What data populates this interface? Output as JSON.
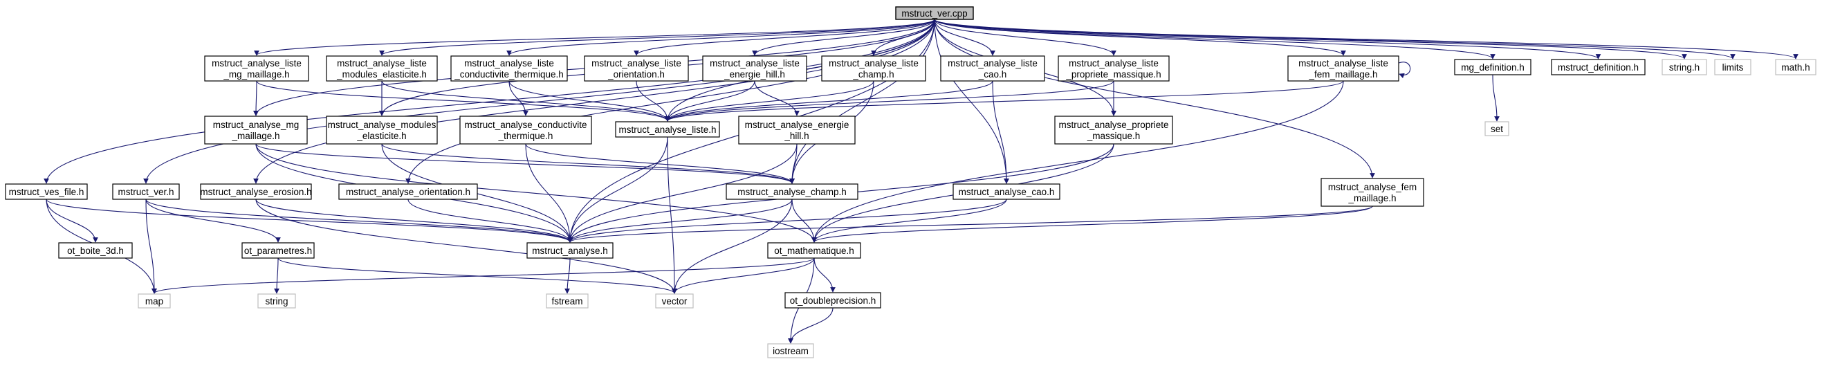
{
  "graph": {
    "edge_color": "#191970",
    "root_fill": "#bfbfbf",
    "system_border": "#bfbfbf",
    "nodes": [
      {
        "id": "root",
        "lines": [
          "mstruct_ver.cpp"
        ],
        "kind": "root"
      },
      {
        "id": "liste_mg",
        "lines": [
          "mstruct_analyse_liste",
          "_mg_maillage.h"
        ],
        "kind": "file"
      },
      {
        "id": "liste_mod",
        "lines": [
          "mstruct_analyse_liste",
          "_modules_elasticite.h"
        ],
        "kind": "file"
      },
      {
        "id": "liste_cond",
        "lines": [
          "mstruct_analyse_liste",
          "_conductivite_thermique.h"
        ],
        "kind": "file"
      },
      {
        "id": "liste_orient",
        "lines": [
          "mstruct_analyse_liste",
          "_orientation.h"
        ],
        "kind": "file"
      },
      {
        "id": "liste_hill",
        "lines": [
          "mstruct_analyse_liste",
          "_energie_hill.h"
        ],
        "kind": "file"
      },
      {
        "id": "liste_champ",
        "lines": [
          "mstruct_analyse_liste",
          "_champ.h"
        ],
        "kind": "file"
      },
      {
        "id": "liste_cao",
        "lines": [
          "mstruct_analyse_liste",
          "_cao.h"
        ],
        "kind": "file"
      },
      {
        "id": "liste_prop",
        "lines": [
          "mstruct_analyse_liste",
          "_propriete_massique.h"
        ],
        "kind": "file"
      },
      {
        "id": "liste_fem",
        "lines": [
          "mstruct_analyse_liste",
          "_fem_maillage.h"
        ],
        "kind": "file"
      },
      {
        "id": "mg_def",
        "lines": [
          "mg_definition.h"
        ],
        "kind": "file"
      },
      {
        "id": "mstruct_def",
        "lines": [
          "mstruct_definition.h"
        ],
        "kind": "file"
      },
      {
        "id": "string_h",
        "lines": [
          "string.h"
        ],
        "kind": "system"
      },
      {
        "id": "limits",
        "lines": [
          "limits"
        ],
        "kind": "system"
      },
      {
        "id": "math_h",
        "lines": [
          "math.h"
        ],
        "kind": "system"
      },
      {
        "id": "set",
        "lines": [
          "set"
        ],
        "kind": "system"
      },
      {
        "id": "mg_maillage",
        "lines": [
          "mstruct_analyse_mg",
          "_maillage.h"
        ],
        "kind": "file"
      },
      {
        "id": "modules",
        "lines": [
          "mstruct_analyse_modules",
          "_elasticite.h"
        ],
        "kind": "file"
      },
      {
        "id": "liste_h",
        "lines": [
          "mstruct_analyse_liste.h"
        ],
        "kind": "file"
      },
      {
        "id": "conductivite",
        "lines": [
          "mstruct_analyse_conductivite",
          "_thermique.h"
        ],
        "kind": "file"
      },
      {
        "id": "energie_hill",
        "lines": [
          "mstruct_analyse_energie",
          "_hill.h"
        ],
        "kind": "file"
      },
      {
        "id": "propriete",
        "lines": [
          "mstruct_analyse_propriete",
          "_massique.h"
        ],
        "kind": "file"
      },
      {
        "id": "ves_file",
        "lines": [
          "mstruct_ves_file.h"
        ],
        "kind": "file"
      },
      {
        "id": "mstruct_ver_h",
        "lines": [
          "mstruct_ver.h"
        ],
        "kind": "file"
      },
      {
        "id": "erosion",
        "lines": [
          "mstruct_analyse_erosion.h"
        ],
        "kind": "file"
      },
      {
        "id": "orientation",
        "lines": [
          "mstruct_analyse_orientation.h"
        ],
        "kind": "file"
      },
      {
        "id": "champ",
        "lines": [
          "mstruct_analyse_champ.h"
        ],
        "kind": "file"
      },
      {
        "id": "cao",
        "lines": [
          "mstruct_analyse_cao.h"
        ],
        "kind": "file"
      },
      {
        "id": "fem_maillage",
        "lines": [
          "mstruct_analyse_fem",
          "_maillage.h"
        ],
        "kind": "file"
      },
      {
        "id": "boite",
        "lines": [
          "ot_boite_3d.h"
        ],
        "kind": "file"
      },
      {
        "id": "parametres",
        "lines": [
          "ot_parametres.h"
        ],
        "kind": "file"
      },
      {
        "id": "analyse",
        "lines": [
          "mstruct_analyse.h"
        ],
        "kind": "file"
      },
      {
        "id": "mathematique",
        "lines": [
          "ot_mathematique.h"
        ],
        "kind": "file"
      },
      {
        "id": "doubleprecision",
        "lines": [
          "ot_doubleprecision.h"
        ],
        "kind": "file"
      },
      {
        "id": "map",
        "lines": [
          "map"
        ],
        "kind": "system"
      },
      {
        "id": "string",
        "lines": [
          "string"
        ],
        "kind": "system"
      },
      {
        "id": "fstream",
        "lines": [
          "fstream"
        ],
        "kind": "system"
      },
      {
        "id": "vector",
        "lines": [
          "vector"
        ],
        "kind": "system"
      },
      {
        "id": "iostream",
        "lines": [
          "iostream"
        ],
        "kind": "system"
      }
    ],
    "edges": [
      [
        "root",
        "liste_mg"
      ],
      [
        "root",
        "liste_mod"
      ],
      [
        "root",
        "liste_cond"
      ],
      [
        "root",
        "liste_orient"
      ],
      [
        "root",
        "liste_hill"
      ],
      [
        "root",
        "liste_champ"
      ],
      [
        "root",
        "liste_cao"
      ],
      [
        "root",
        "liste_prop"
      ],
      [
        "root",
        "liste_fem"
      ],
      [
        "root",
        "mg_def"
      ],
      [
        "root",
        "mstruct_def"
      ],
      [
        "root",
        "string_h"
      ],
      [
        "root",
        "limits"
      ],
      [
        "root",
        "math_h"
      ],
      [
        "root",
        "mg_maillage"
      ],
      [
        "root",
        "modules"
      ],
      [
        "root",
        "liste_h"
      ],
      [
        "root",
        "ves_file"
      ],
      [
        "root",
        "mstruct_ver_h"
      ],
      [
        "root",
        "erosion"
      ],
      [
        "root",
        "orientation"
      ],
      [
        "root",
        "champ"
      ],
      [
        "root",
        "cao"
      ],
      [
        "root",
        "propriete"
      ],
      [
        "root",
        "fem_maillage"
      ],
      [
        "root",
        "analyse"
      ],
      [
        "liste_mg",
        "mg_maillage"
      ],
      [
        "liste_mg",
        "liste_h"
      ],
      [
        "liste_mod",
        "modules"
      ],
      [
        "liste_mod",
        "liste_h"
      ],
      [
        "liste_cond",
        "conductivite"
      ],
      [
        "liste_cond",
        "liste_h"
      ],
      [
        "liste_orient",
        "liste_h"
      ],
      [
        "liste_hill",
        "energie_hill"
      ],
      [
        "liste_hill",
        "liste_h"
      ],
      [
        "liste_champ",
        "liste_h"
      ],
      [
        "liste_champ",
        "champ"
      ],
      [
        "liste_cao",
        "liste_h"
      ],
      [
        "liste_cao",
        "cao"
      ],
      [
        "liste_prop",
        "liste_h"
      ],
      [
        "liste_prop",
        "propriete"
      ],
      [
        "liste_fem",
        "liste_fem"
      ],
      [
        "liste_fem",
        "liste_h"
      ],
      [
        "liste_fem",
        "mathematique"
      ],
      [
        "mg_def",
        "set"
      ],
      [
        "mg_maillage",
        "analyse"
      ],
      [
        "mg_maillage",
        "champ"
      ],
      [
        "mg_maillage",
        "mathematique"
      ],
      [
        "modules",
        "analyse"
      ],
      [
        "modules",
        "champ"
      ],
      [
        "liste_h",
        "analyse"
      ],
      [
        "liste_h",
        "vector"
      ],
      [
        "conductivite",
        "analyse"
      ],
      [
        "conductivite",
        "champ"
      ],
      [
        "energie_hill",
        "analyse"
      ],
      [
        "energie_hill",
        "champ"
      ],
      [
        "propriete",
        "analyse"
      ],
      [
        "propriete",
        "mathematique"
      ],
      [
        "ves_file",
        "boite"
      ],
      [
        "ves_file",
        "analyse"
      ],
      [
        "ves_file",
        "map"
      ],
      [
        "mstruct_ver_h",
        "parametres"
      ],
      [
        "mstruct_ver_h",
        "analyse"
      ],
      [
        "mstruct_ver_h",
        "map"
      ],
      [
        "erosion",
        "analyse"
      ],
      [
        "erosion",
        "vector"
      ],
      [
        "orientation",
        "analyse"
      ],
      [
        "champ",
        "analyse"
      ],
      [
        "champ",
        "mathematique"
      ],
      [
        "champ",
        "vector"
      ],
      [
        "cao",
        "analyse"
      ],
      [
        "cao",
        "mathematique"
      ],
      [
        "fem_maillage",
        "analyse"
      ],
      [
        "fem_maillage",
        "mathematique"
      ],
      [
        "parametres",
        "string"
      ],
      [
        "parametres",
        "vector"
      ],
      [
        "analyse",
        "fstream"
      ],
      [
        "mathematique",
        "map"
      ],
      [
        "mathematique",
        "vector"
      ],
      [
        "mathematique",
        "doubleprecision"
      ],
      [
        "mathematique",
        "iostream"
      ],
      [
        "doubleprecision",
        "iostream"
      ]
    ]
  }
}
